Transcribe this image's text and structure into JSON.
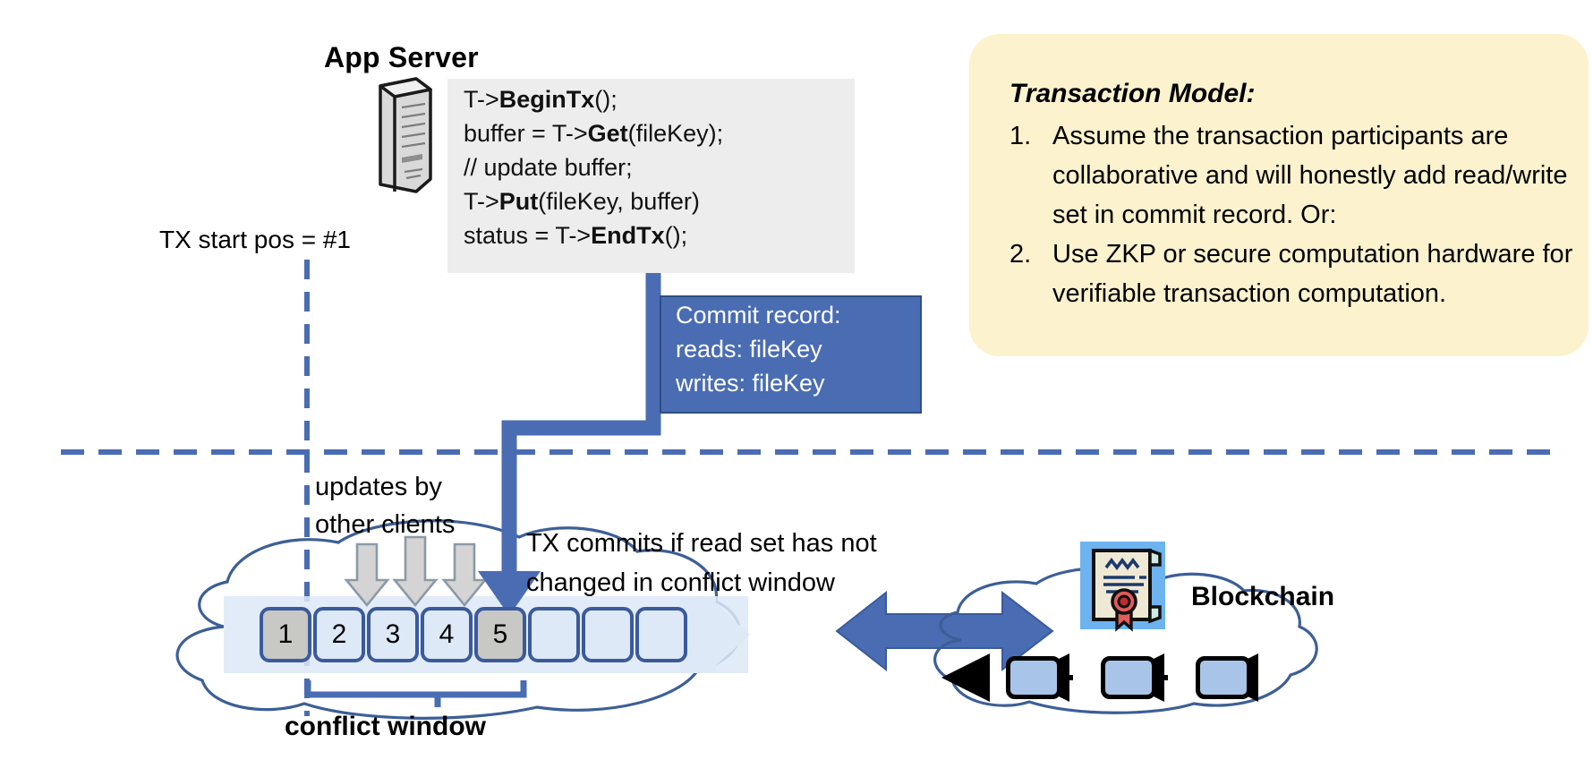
{
  "diagram": {
    "title": "Transactional log-structured storage with blockchain",
    "app_server": {
      "label": "App Server",
      "icon": "server-icon",
      "code_lines": [
        {
          "plain1": "T->",
          "bold": "BeginTx",
          "plain2": "();"
        },
        {
          "plain1": "buffer = T->",
          "bold": "Get",
          "plain2": "(fileKey);"
        },
        {
          "plain1": "// update buffer;",
          "bold": "",
          "plain2": ""
        },
        {
          "plain1": "T->",
          "bold": "Put",
          "plain2": "(fileKey, buffer)"
        },
        {
          "plain1": "status = T->",
          "bold": "EndTx",
          "plain2": "();"
        }
      ]
    },
    "tx_start_label": "TX start pos = #1",
    "commit_record": {
      "title": "Commit record:",
      "reads": "reads: fileKey",
      "writes": "writes: fileKey",
      "bg": "#4a6cb3",
      "border": "#2f4f86"
    },
    "transaction_model": {
      "title": "Transaction Model:",
      "bg": "#fcf2cd",
      "items": [
        {
          "num": "1.",
          "text": "Assume the transaction participants are collaborative and will honestly add read/write set in commit record.  Or:"
        },
        {
          "num": "2.",
          "text": "Use ZKP or secure computation hardware for verifiable transaction computation."
        }
      ]
    },
    "updates_label": "updates by\nother clients",
    "updates_label_lines": [
      "updates by",
      "other clients"
    ],
    "tx_commits_label_lines": [
      "TX commits if read set has not",
      "changed in conflict window"
    ],
    "conflict_window_label": "conflict window",
    "blockchain_label": "Blockchain",
    "log": {
      "cells": [
        {
          "label": "1",
          "state": "filled"
        },
        {
          "label": "2",
          "state": "empty"
        },
        {
          "label": "3",
          "state": "empty"
        },
        {
          "label": "4",
          "state": "empty"
        },
        {
          "label": "5",
          "state": "filled"
        },
        {
          "label": "",
          "state": "empty"
        },
        {
          "label": "",
          "state": "empty"
        },
        {
          "label": "",
          "state": "empty"
        }
      ],
      "update_arrow_targets": [
        "2",
        "3",
        "4"
      ],
      "commit_arrow_target": "5"
    },
    "blockchain": {
      "blocks": [
        "block-1",
        "block-2",
        "block-3"
      ],
      "cert_icon": "certificate-icon",
      "link_direction": "right-to-left"
    },
    "colors": {
      "accent_blue": "#4a6cb3",
      "dark_blue_outline": "#3a5a9b",
      "cell_fill": "#dde9f7",
      "cell_filled": "#c8c8c4",
      "cloud_stroke": "#3c5f96",
      "callout_yellow": "#fcf2cd",
      "code_panel_gray": "#ededed"
    }
  }
}
